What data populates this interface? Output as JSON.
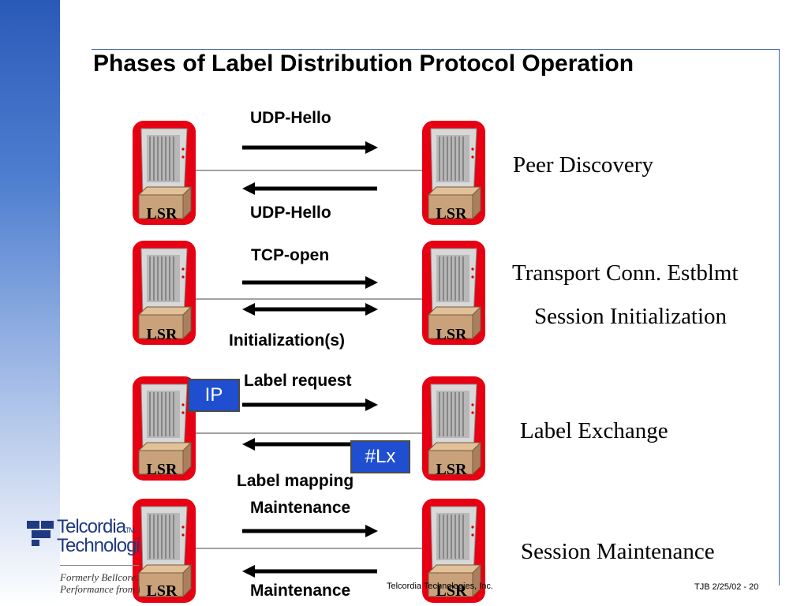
{
  "slide": {
    "title": "Phases of Label Distribution Protocol Operation"
  },
  "router_label": "LSR",
  "rows": [
    {
      "top_label": "UDP-Hello",
      "bottom_label": "UDP-Hello",
      "phase": "Peer Discovery"
    },
    {
      "top_label": "TCP-open",
      "bottom_label": "Initialization(s)",
      "phase": "Transport Conn. Estblmt",
      "phase2": "Session Initialization"
    },
    {
      "top_label": "Label request",
      "bottom_label": "Label mapping",
      "phase": "Label Exchange",
      "tag_left": "IP",
      "tag_right": "#Lx"
    },
    {
      "top_label": "Maintenance",
      "bottom_label": "Maintenance",
      "phase": "Session Maintenance"
    }
  ],
  "footer": {
    "company": "Telcordia Technologies, Inc.",
    "ref": "TJB 2/25/02 -",
    "page": "20"
  },
  "logo": {
    "line1": "Telcordia",
    "tm": "TM",
    "line2": "Technologies",
    "formerly": "Formerly Bellcore…",
    "tagline": "Performance from Experience"
  },
  "colors": {
    "router_red": "#e60012",
    "tag_blue": "#1f4fd0",
    "rule_blue": "#3a5fb0"
  }
}
